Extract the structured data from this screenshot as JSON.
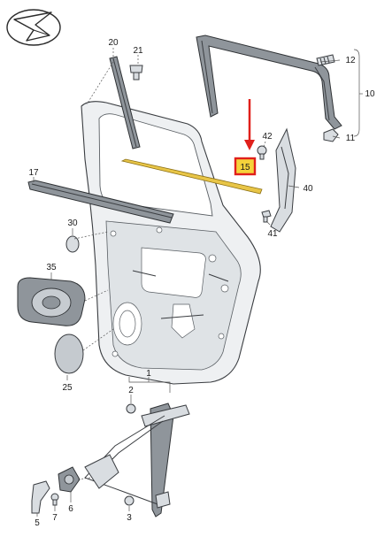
{
  "callouts": {
    "c1": "1",
    "c2": "2",
    "c3": "3",
    "c5": "5",
    "c6": "6",
    "c7": "7",
    "c10": "10",
    "c11": "11",
    "c12": "12",
    "c15": "15",
    "c17": "17",
    "c20": "20",
    "c21": "21",
    "c25": "25",
    "c30": "30",
    "c35": "35",
    "c40": "40",
    "c41": "41",
    "c42": "42"
  },
  "colors": {
    "highlight_fill": "#f5d33b",
    "highlight_border": "#e0201b",
    "arrow": "#e0201b",
    "seal_strip": "#e8c547"
  },
  "icons": {
    "logo": "stylized-car-badge-icon"
  }
}
